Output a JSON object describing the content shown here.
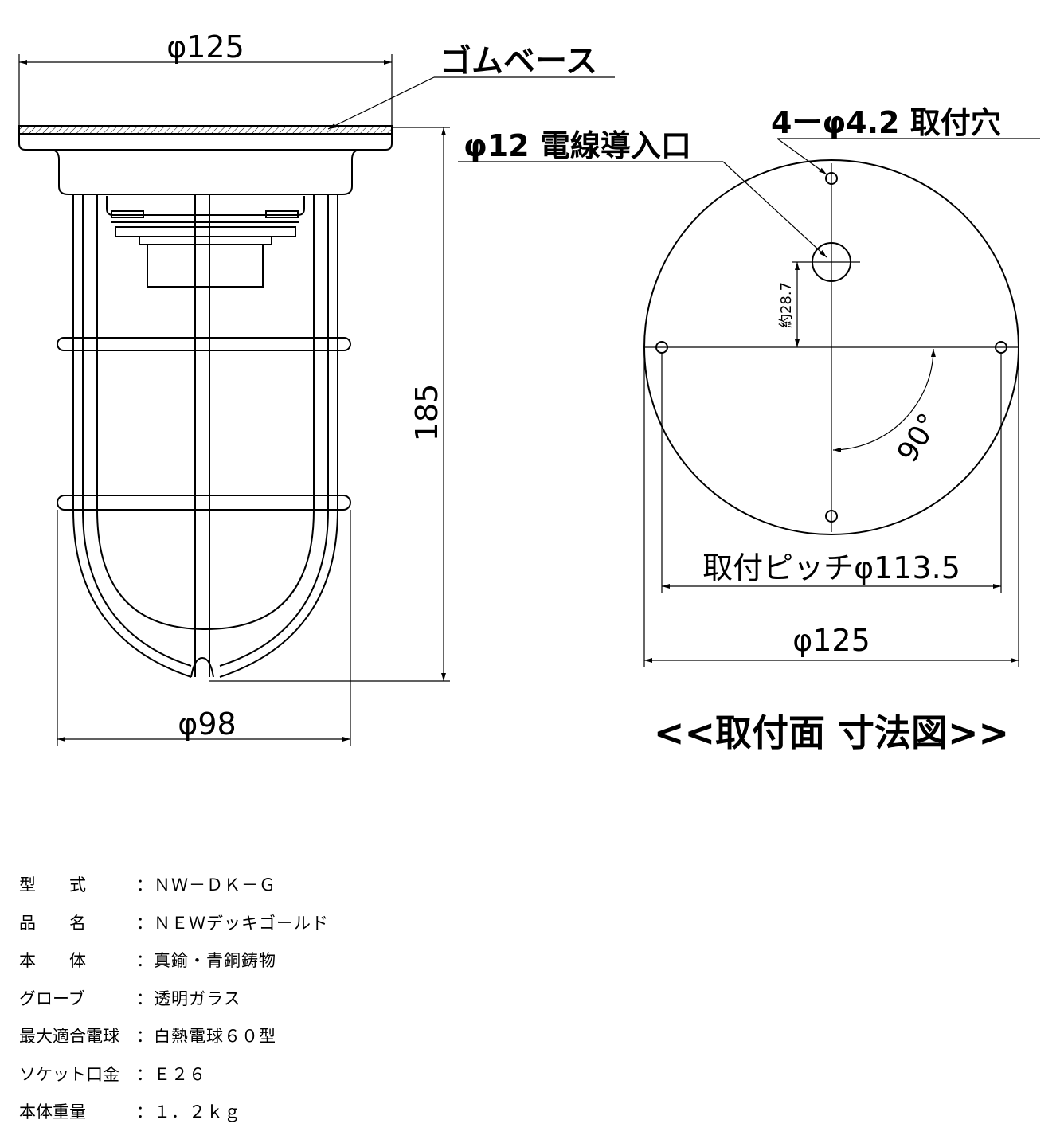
{
  "side_view": {
    "dim_top_width": "φ125",
    "rubber_base_label": "ゴムベース",
    "dim_height": "185",
    "dim_bottom_width": "φ98"
  },
  "mount_view": {
    "hole_label": "4ーφ4.2 取付穴",
    "wire_entry_label": "φ12 電線導入口",
    "offset_label": "約28.7",
    "angle_label": "90°",
    "pitch_label": "取付ピッチφ113.5",
    "outer_diameter_label": "φ125",
    "caption": "<<取付面 寸法図>>"
  },
  "specs": [
    {
      "label": "型　　式",
      "value": "：ＮＷ－ＤＫ－Ｇ"
    },
    {
      "label": "品　　名",
      "value": "：ＮＥＷデッキゴールド"
    },
    {
      "label": "本　　体",
      "value": "：真鍮・青銅鋳物"
    },
    {
      "label": "グローブ",
      "value": "：透明ガラス"
    },
    {
      "label": "最大適合電球",
      "value": "：白熱電球６０型"
    },
    {
      "label": "ソケット口金",
      "value": "：Ｅ２６"
    },
    {
      "label": "本体重量",
      "value": "：１．２ｋｇ"
    }
  ]
}
